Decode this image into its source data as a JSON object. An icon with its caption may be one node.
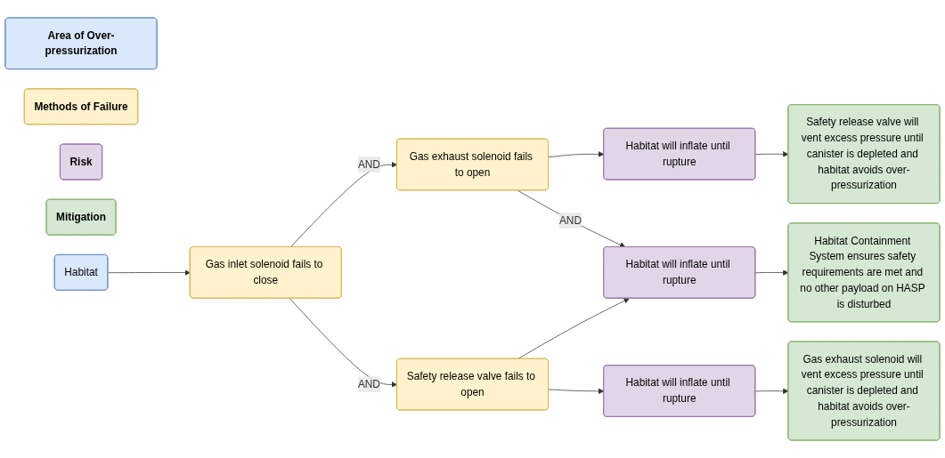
{
  "diagram": {
    "nodes": [
      {
        "text": [
          "Area of Over-pressurization"
        ]
      },
      {
        "text": [
          "Methods of Failure"
        ]
      },
      {
        "text": [
          "Risk"
        ]
      },
      {
        "text": [
          "Mitigation"
        ]
      },
      {
        "text": [
          "Habitat"
        ]
      },
      {
        "text": [
          "Gas inlet solenoid fails to close"
        ]
      },
      {
        "text": [
          "Gas exhaust solenoid fails to open"
        ]
      },
      {
        "text": [
          "Safety release valve fails to open"
        ]
      },
      {
        "text": [
          "Habitat will inflate until rupture"
        ]
      },
      {
        "text": [
          "Habitat will inflate until rupture"
        ]
      },
      {
        "text": [
          "Habitat will inflate until rupture"
        ]
      },
      {
        "text": [
          "Safety release valve will vent excess pressure until canister is depleted and habitat avoids over-pressurization"
        ]
      },
      {
        "text": [
          "Habitat Containment System ensures safety requirements are met and no other payload on HASP is disturbed"
        ]
      },
      {
        "text": [
          "Gas exhaust solenoid will vent excess pressure until canister is depleted and habitat avoids over-pressurization"
        ]
      }
    ],
    "edges": [
      {
        "from": 4,
        "to": 5,
        "arrow": "to"
      },
      {
        "from": 5,
        "to": 6,
        "label": "AND",
        "arrow": "to"
      },
      {
        "from": 5,
        "to": 7,
        "label": "AND",
        "arrow": "to"
      },
      {
        "from": 6,
        "to": 8,
        "arrow": "to"
      },
      {
        "from": 6,
        "to": 9,
        "label": "AND",
        "arrow": "to"
      },
      {
        "from": 7,
        "to": 9,
        "arrow": "to"
      },
      {
        "from": 7,
        "to": 10,
        "arrow": "to"
      },
      {
        "from": 8,
        "to": 11,
        "arrow": "to"
      },
      {
        "from": 9,
        "to": 12,
        "arrow": "to"
      },
      {
        "from": 10,
        "to": 13,
        "arrow": "to"
      }
    ]
  }
}
